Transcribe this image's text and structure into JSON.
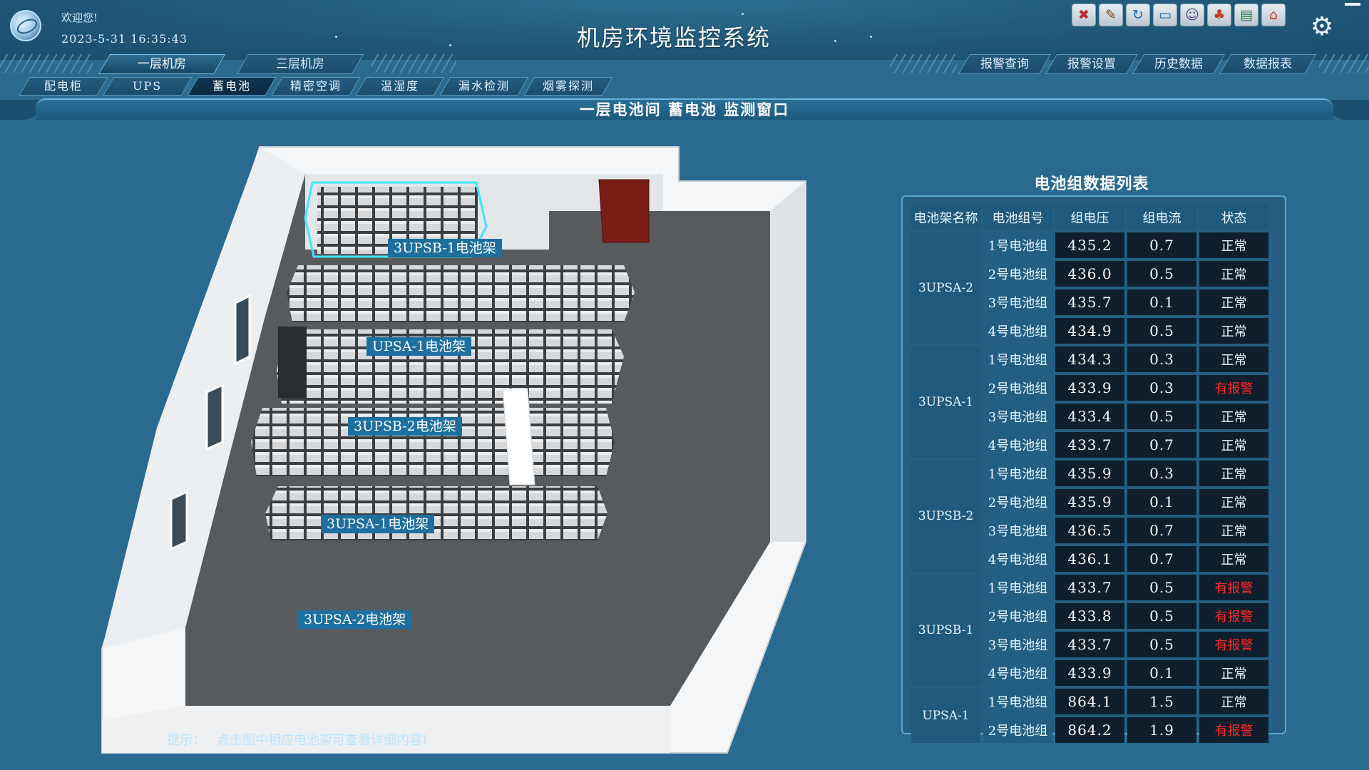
{
  "header": {
    "welcome": "欢迎您!",
    "datetime": "2023-5-31  16:35:43",
    "title": "机房环境监控系统",
    "toolbar_icons": [
      "alarm-off-icon",
      "tools-icon",
      "refresh-icon",
      "monitor-icon",
      "user-icon",
      "group-icon",
      "chart-icon",
      "home-icon"
    ]
  },
  "floor_tabs": [
    {
      "label": "一层机房",
      "active": true
    },
    {
      "label": "三层机房",
      "active": false
    }
  ],
  "right_tabs": [
    {
      "label": "报警查询"
    },
    {
      "label": "报警设置"
    },
    {
      "label": "历史数据"
    },
    {
      "label": "数据报表"
    }
  ],
  "sub_tabs": [
    {
      "label": "配电柜",
      "active": false
    },
    {
      "label": "UPS",
      "active": false
    },
    {
      "label": "蓄电池",
      "active": true
    },
    {
      "label": "精密空调",
      "active": false
    },
    {
      "label": "温湿度",
      "active": false
    },
    {
      "label": "漏水检测",
      "active": false
    },
    {
      "label": "烟雾探测",
      "active": false
    }
  ],
  "window_title": "一层电池间 蓄电池 监测窗口",
  "racks": [
    {
      "label": "3UPSB-1电池架"
    },
    {
      "label": "UPSA-1电池架"
    },
    {
      "label": "3UPSB-2电池架"
    },
    {
      "label": "3UPSA-1电池架"
    },
    {
      "label": "3UPSA-2电池架"
    }
  ],
  "hint": {
    "label": "提示：",
    "text": "点击图中相应电池架可查看详细内容!"
  },
  "table": {
    "title": "电池组数据列表",
    "headers": [
      "电池架名称",
      "电池组号",
      "组电压",
      "组电流",
      "状态"
    ],
    "groups": [
      {
        "name": "3UPSA-2",
        "rows": [
          [
            "1号电池组",
            "435.2",
            "0.7",
            "正常"
          ],
          [
            "2号电池组",
            "436.0",
            "0.5",
            "正常"
          ],
          [
            "3号电池组",
            "435.7",
            "0.1",
            "正常"
          ],
          [
            "4号电池组",
            "434.9",
            "0.5",
            "正常"
          ]
        ]
      },
      {
        "name": "3UPSA-1",
        "rows": [
          [
            "1号电池组",
            "434.3",
            "0.3",
            "正常"
          ],
          [
            "2号电池组",
            "433.9",
            "0.3",
            "有报警"
          ],
          [
            "3号电池组",
            "433.4",
            "0.5",
            "正常"
          ],
          [
            "4号电池组",
            "433.7",
            "0.7",
            "正常"
          ]
        ]
      },
      {
        "name": "3UPSB-2",
        "rows": [
          [
            "1号电池组",
            "435.9",
            "0.3",
            "正常"
          ],
          [
            "2号电池组",
            "435.9",
            "0.1",
            "正常"
          ],
          [
            "3号电池组",
            "436.5",
            "0.7",
            "正常"
          ],
          [
            "4号电池组",
            "436.1",
            "0.7",
            "正常"
          ]
        ]
      },
      {
        "name": "3UPSB-1",
        "rows": [
          [
            "1号电池组",
            "433.7",
            "0.5",
            "有报警"
          ],
          [
            "2号电池组",
            "433.8",
            "0.5",
            "有报警"
          ],
          [
            "3号电池组",
            "433.7",
            "0.5",
            "有报警"
          ],
          [
            "4号电池组",
            "433.9",
            "0.1",
            "正常"
          ]
        ]
      },
      {
        "name": "UPSA-1",
        "rows": [
          [
            "1号电池组",
            "864.1",
            "1.5",
            "正常"
          ],
          [
            "2号电池组",
            "864.2",
            "1.9",
            "有报警"
          ]
        ]
      }
    ]
  },
  "colors": {
    "alarm": "#ff2a2a",
    "normal": "#eaf7ff",
    "accent": "#1d6f9f"
  }
}
